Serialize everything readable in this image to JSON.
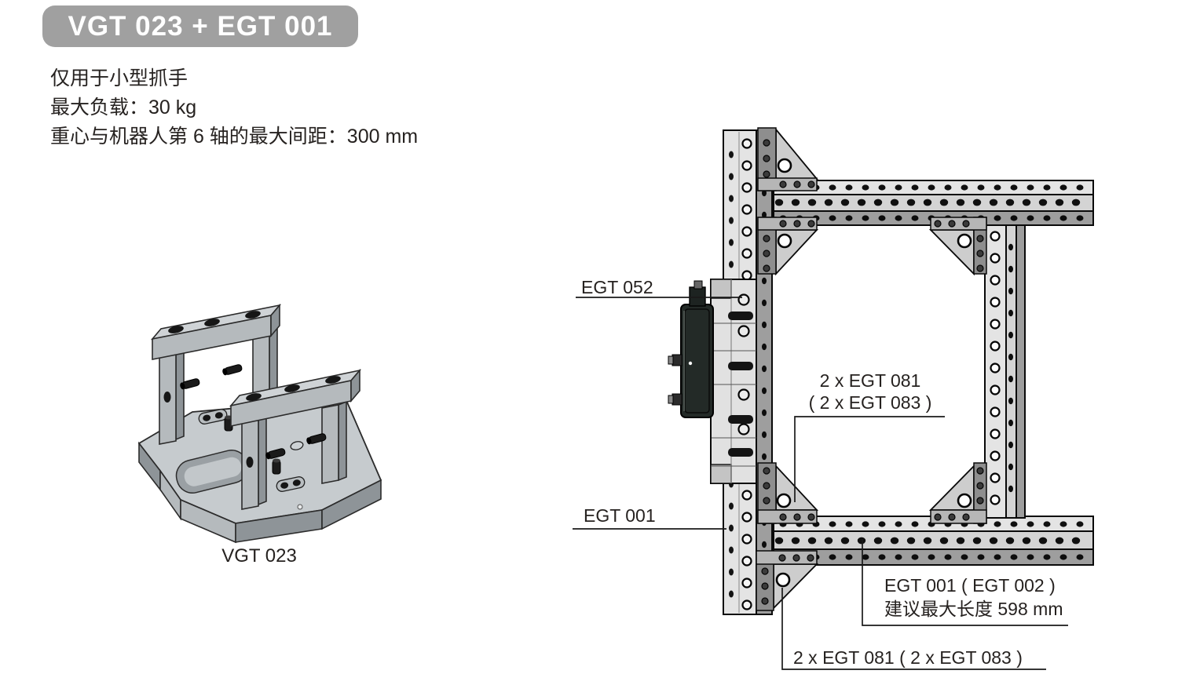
{
  "badge": {
    "label": "VGT 023 + EGT 001"
  },
  "specs": {
    "lines": [
      "仅用于小型抓手",
      "最大负载：30 kg",
      "重心与机器人第 6 轴的最大间距：300 mm"
    ]
  },
  "part": {
    "caption": "VGT 023"
  },
  "diagram": {
    "callouts": {
      "egt052": {
        "label": "EGT 052"
      },
      "egt001_left": {
        "label": "EGT 001"
      },
      "egt081_mid": {
        "line1": "2 x EGT 081",
        "line2": "( 2 x EGT 083 )"
      },
      "egt001_max_length": {
        "line1": "EGT 001 ( EGT 002 )",
        "line2": "建议最大长度 598 mm"
      },
      "egt081_bottom": {
        "label": "2 x EGT 081 ( 2 x EGT 083 )"
      }
    }
  },
  "colors": {
    "badge_bg": "#a0a0a0",
    "ink": "#262220",
    "line": "#1a1a1a",
    "profile_light": "#e4e4e4",
    "profile_mid": "#d4d4d4",
    "profile_dark": "#9e9e9e",
    "gusset": "#cdcdcd",
    "gusset_strip": "#8e8e8e",
    "gusset_flange": "#b6b6b6",
    "plate": "#e1e1e1",
    "device_dark": "#232a27",
    "part_top": "#c6cbce",
    "part_bar_top": "#cfd3d6",
    "part_front": "#b5babd",
    "part_side": "#8e9498"
  }
}
